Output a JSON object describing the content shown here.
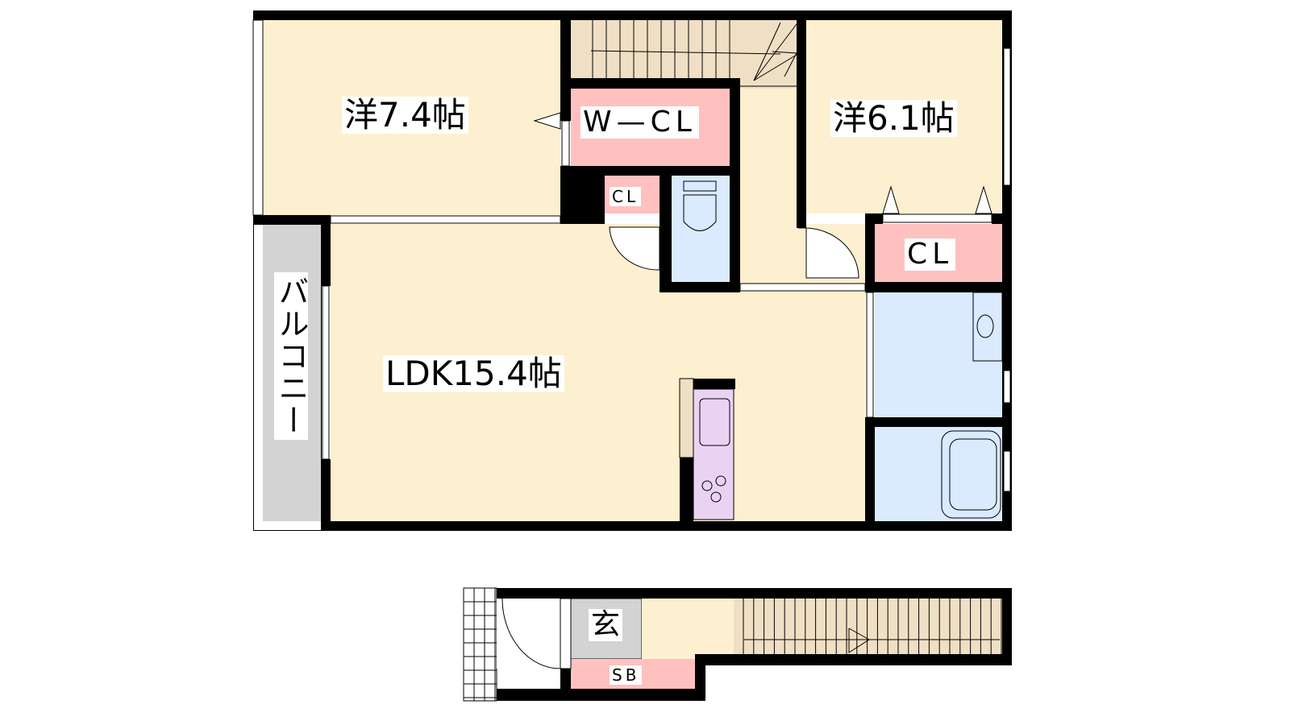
{
  "floor_plan": {
    "rooms": {
      "western_room_1": "洋7.4帖",
      "western_room_2": "洋6.1帖",
      "walk_in_closet": "W—CL",
      "closet_small": "CL",
      "closet_right": "CL",
      "ldk": "LDK15.4帖",
      "balcony": "バルコニー",
      "entrance": "玄",
      "shoe_box": "SB"
    },
    "colors": {
      "room_fill": "#fdf0d0",
      "closet_fill": "#ffc0c0",
      "wet_area_fill": "#daeaff",
      "stairs_fill": "#efdfc4",
      "kitchen_fill": "#ead3f2",
      "balcony_fill": "#d3d3d3",
      "wall": "#000000"
    }
  }
}
